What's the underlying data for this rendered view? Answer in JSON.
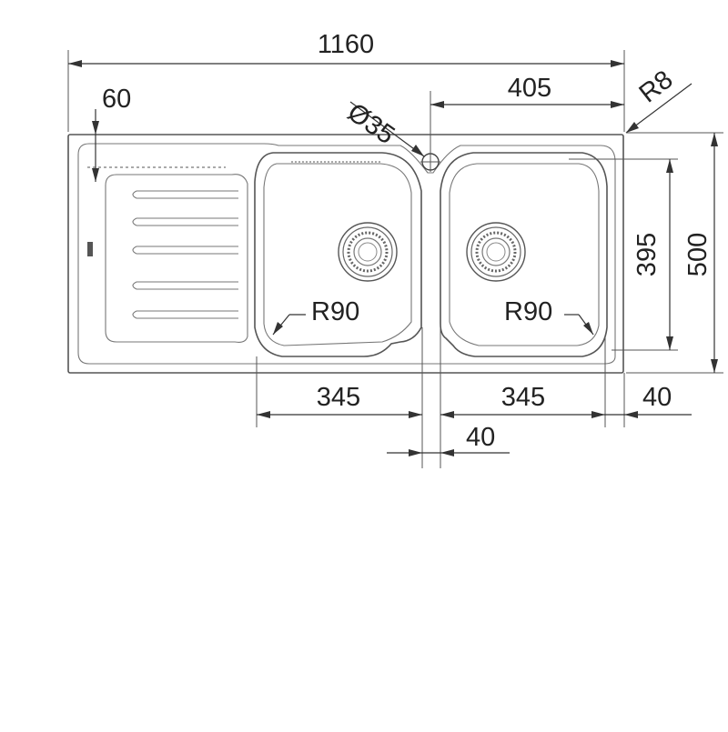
{
  "dimensions": {
    "overall_width": "1160",
    "right_bowl_offset": "405",
    "tap_hole": "Ø35",
    "corner_radius": "R8",
    "drainer_margin": "60",
    "bowl_depth": "395",
    "overall_depth": "500",
    "left_bowl_radius": "R90",
    "right_bowl_radius": "R90",
    "left_bowl_width": "345",
    "right_bowl_width": "345",
    "right_margin": "40",
    "center_divider": "40"
  },
  "colors": {
    "line": "#555555",
    "text": "#222222",
    "background": "#ffffff"
  },
  "icons": {
    "strainer_left": "drain-strainer-icon",
    "strainer_right": "drain-strainer-icon",
    "tap_hole": "tap-hole-icon"
  }
}
